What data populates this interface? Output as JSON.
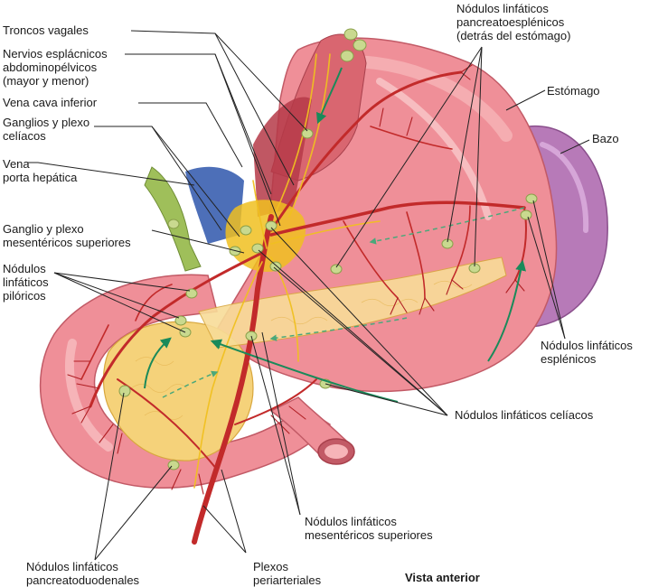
{
  "labels": {
    "troncos_vagales": "Troncos vagales",
    "nervios_esplacnicos": "Nervios esplácnicos\nabdominopélvicos\n(mayor y menor)",
    "vena_cava": "Vena cava inferior",
    "ganglios_celiacos": "Ganglios y plexo\ncelíacos",
    "vena_porta": "Vena\nporta hepática",
    "ganglio_mesenterico": "Ganglio y plexo\nmesentéricos superiores",
    "nodulos_piloricos": "Nódulos\nlinfáticos\npilóricos",
    "nodulos_pancreatoesplenicos": "Nódulos linfáticos\npancreatoesplénicos\n(detrás del estómago)",
    "estomago": "Estómago",
    "bazo": "Bazo",
    "nodulos_esplenicos": "Nódulos linfáticos\nesplénicos",
    "nodulos_celiacos": "Nódulos linfáticos celíacos",
    "nodulos_mesentericos": "Nódulos linfáticos\nmesentéricos superiores",
    "nodulos_pancreatoduodenales": "Nódulos linfáticos\npancreatoduodenales",
    "plexos_periarteriales": "Plexos\nperiarteriales",
    "vista": "Vista anterior"
  },
  "colors": {
    "stomach": "#ef8f98",
    "stomach_light": "#f6b4b8",
    "spleen": "#b77ab8",
    "pancreas": "#f5d27a",
    "artery": "#c22a2a",
    "nerve": "#f0c020",
    "vein": "#3a5fb0",
    "node": "#c9d98f",
    "arrow": "#1a8a5a",
    "leader": "#222222"
  },
  "icons": {
    "lymph_node": "oval-node",
    "flow_arrow": "green-arrow"
  }
}
